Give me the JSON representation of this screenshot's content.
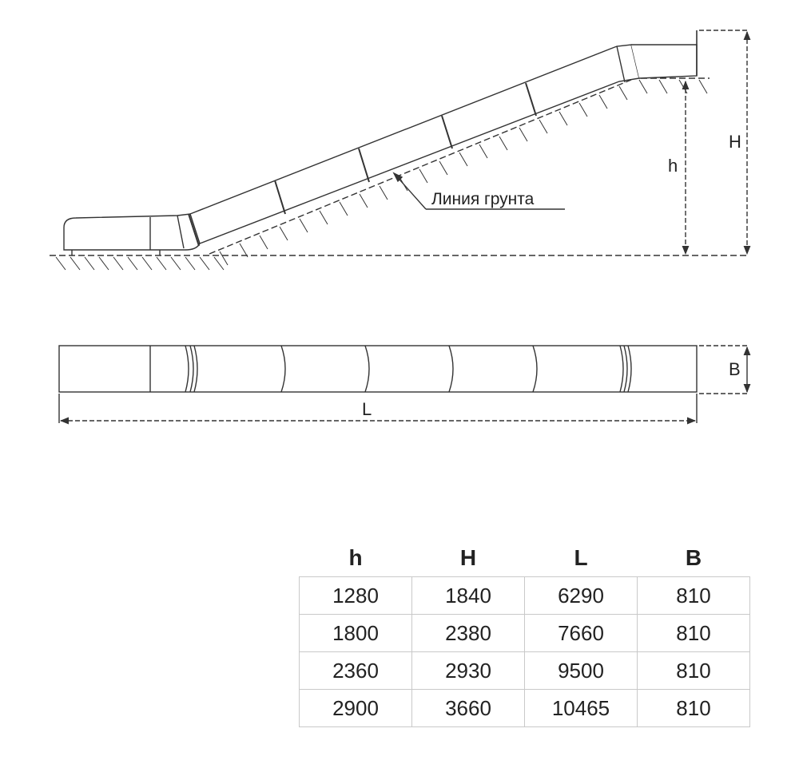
{
  "labels": {
    "ground_line": "Линия грунта",
    "h": "h",
    "H": "H",
    "L": "L",
    "B": "B"
  },
  "table": {
    "headers": [
      "h",
      "H",
      "L",
      "B"
    ],
    "rows": [
      [
        "1280",
        "1840",
        "6290",
        "810"
      ],
      [
        "1800",
        "2380",
        "7660",
        "810"
      ],
      [
        "2360",
        "2930",
        "9500",
        "810"
      ],
      [
        "2900",
        "3660",
        "10465",
        "810"
      ]
    ]
  }
}
